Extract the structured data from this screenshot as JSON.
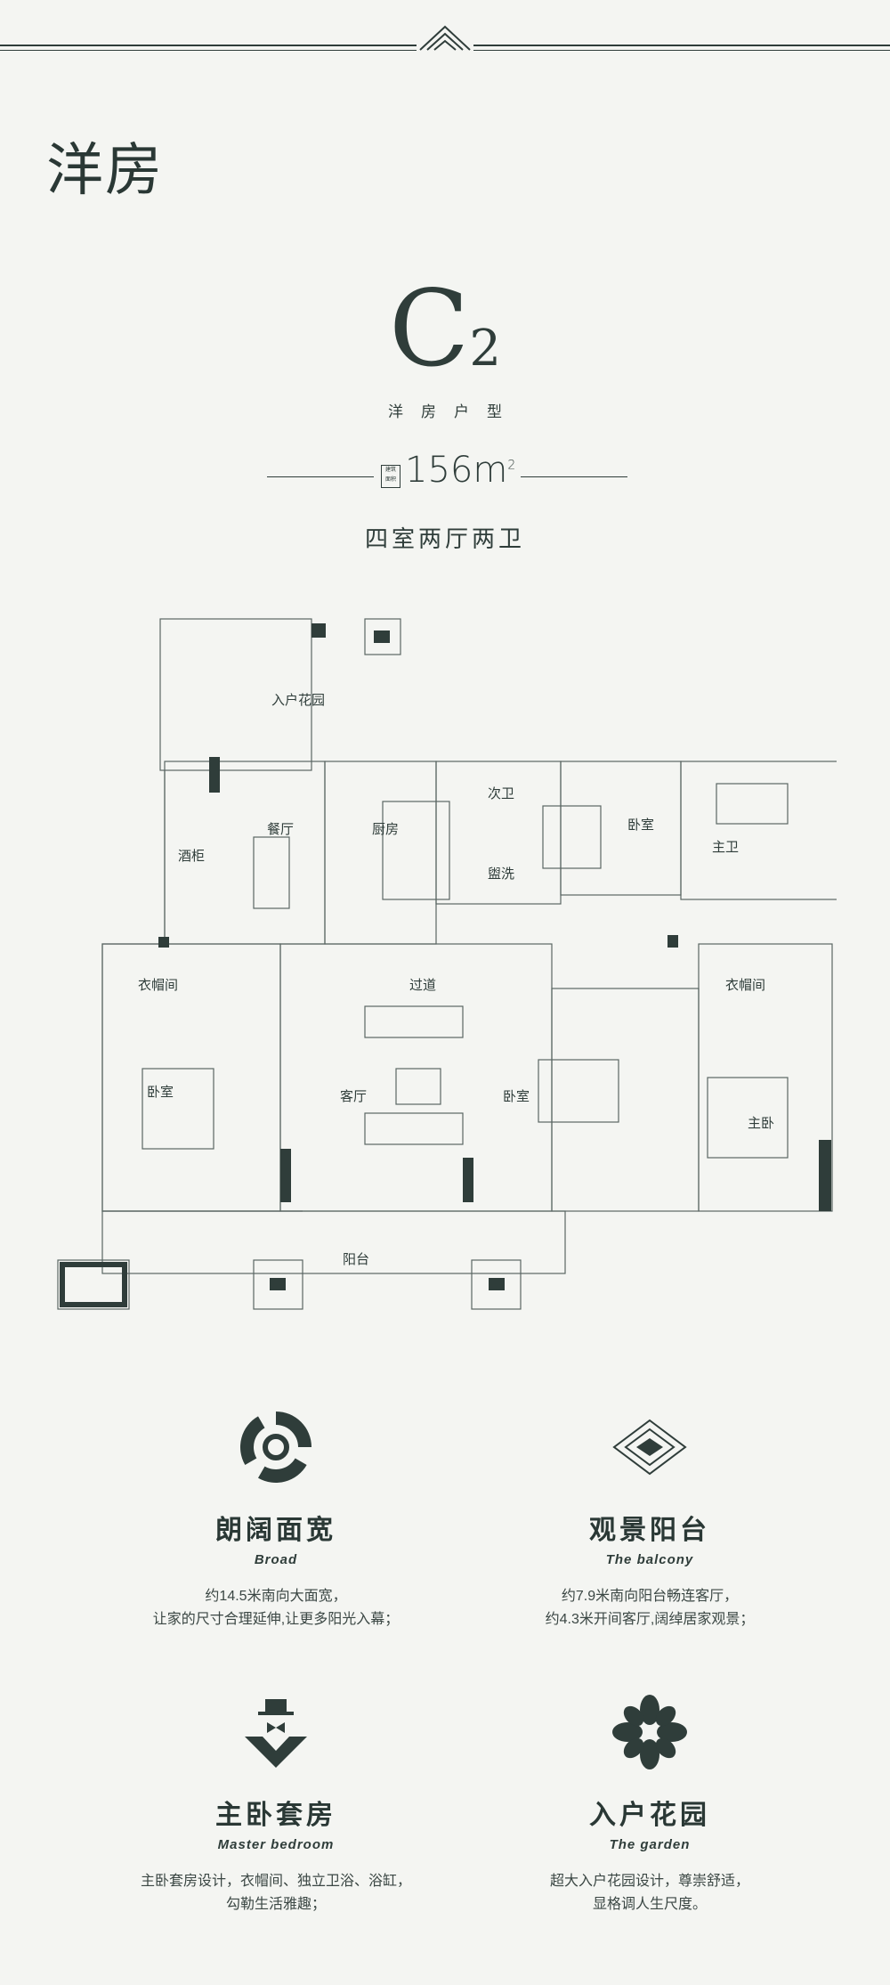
{
  "header": {
    "category": "洋房"
  },
  "model": {
    "letter": "C",
    "number": "2",
    "subtitle": "洋房户型"
  },
  "area": {
    "badge_line1": "建筑",
    "badge_line2": "面积",
    "value": "156m",
    "unit_sup": "2"
  },
  "layout_desc": "四室两厅两卫",
  "floorplan": {
    "garden": "入户花园",
    "wine": "酒柜",
    "dining": "餐厅",
    "kitchen": "厨房",
    "bath2": "次卫",
    "wash": "盥洗",
    "bed_n": "卧室",
    "master_bath": "主卫",
    "closet_w": "衣帽间",
    "corridor": "过道",
    "closet_e": "衣帽间",
    "bed_w": "卧室",
    "living": "客厅",
    "bed_c": "卧室",
    "master_bed": "主卧",
    "balcony": "阳台"
  },
  "features": [
    {
      "icon": "swirl-icon",
      "title": "朗阔面宽",
      "en": "Broad",
      "line1": "约14.5米南向大面宽，",
      "line2": "让家的尺寸合理延伸,让更多阳光入幕；"
    },
    {
      "icon": "diamond-icon",
      "title": "观景阳台",
      "en": "The balcony",
      "line1": "约7.9米南向阳台畅连客厅，",
      "line2": "约4.3米开间客厅,阔绰居家观景；"
    },
    {
      "icon": "gentleman-icon",
      "title": "主卧套房",
      "en": "Master bedroom",
      "line1": "主卧套房设计，衣帽间、独立卫浴、浴缸，",
      "line2": "勾勒生活雅趣；"
    },
    {
      "icon": "flower-icon",
      "title": "入户花园",
      "en": "The garden",
      "line1": "超大入户花园设计，尊崇舒适，",
      "line2": "显格调人生尺度。"
    }
  ],
  "colors": {
    "primary": "#2f3d3a",
    "background": "#f4f5f2"
  }
}
